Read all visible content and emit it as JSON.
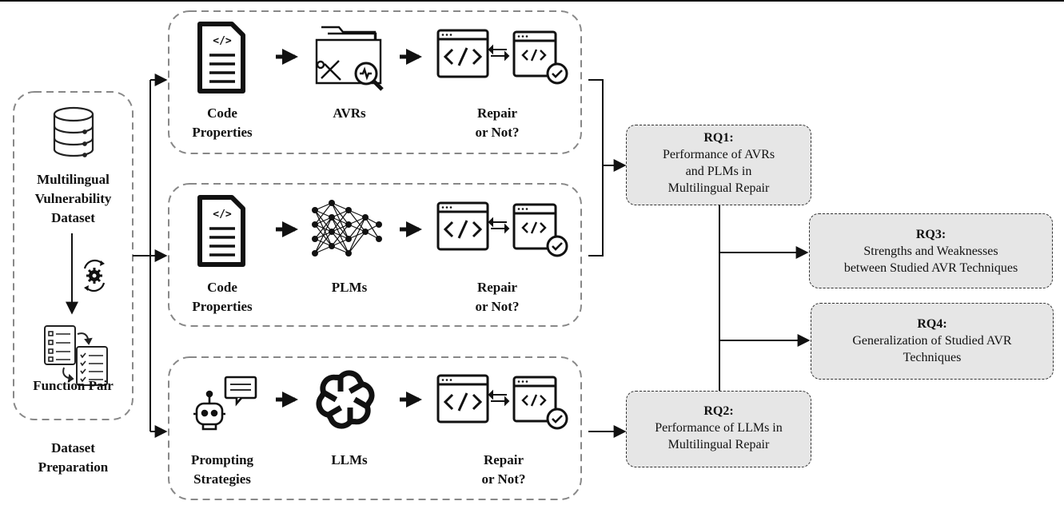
{
  "dataset_panel": {
    "dataset_label": "Multilingual\nVulnerability\nDataset",
    "function_pair_label": "Function Pair",
    "caption": "Dataset\nPreparation"
  },
  "pipelines": [
    {
      "input_label": "Code\nProperties",
      "model_label": "AVRs",
      "output_label": "Repair\nor Not?"
    },
    {
      "input_label": "Code\nProperties",
      "model_label": "PLMs",
      "output_label": "Repair\nor Not?"
    },
    {
      "input_label": "Prompting\nStrategies",
      "model_label": "LLMs",
      "output_label": "Repair\nor Not?"
    }
  ],
  "research_questions": {
    "rq1": {
      "title": "RQ1:",
      "desc": "Performance of AVRs\nand PLMs in\nMultilingual Repair"
    },
    "rq2": {
      "title": "RQ2:",
      "desc": "Performance of LLMs in\nMultilingual Repair"
    },
    "rq3": {
      "title": "RQ3:",
      "desc": "Strengths and Weaknesses\nbetween Studied AVR Techniques"
    },
    "rq4": {
      "title": "RQ4:",
      "desc": "Generalization of  Studied AVR\nTechniques"
    }
  },
  "icons": [
    "database-icon",
    "gear-cycle-icon",
    "checklist-icon",
    "code-document-icon",
    "tool-folder-icon",
    "neural-network-icon",
    "chatbot-icon",
    "openai-logo-icon",
    "code-window-icon",
    "swap-arrows-icon",
    "verified-code-window-icon"
  ]
}
